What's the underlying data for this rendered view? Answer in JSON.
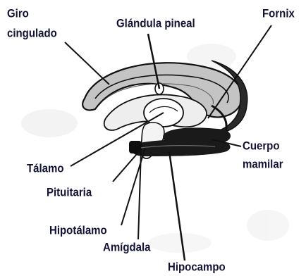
{
  "diagram": {
    "labels": {
      "giro_line1": "Giro",
      "giro_line2": "cingulado",
      "glandula_pineal": "Glándula pineal",
      "fornix": "Fornix",
      "cuerpo_line1": "Cuerpo",
      "cuerpo_line2": "mamilar",
      "talamo": "Tálamo",
      "pituitaria": "Pituitaria",
      "hipotalamo": "Hipotálamo",
      "amigdala": "Amígdala",
      "hipocampo": "Hipocampo"
    },
    "colors": {
      "label_text": "#121235",
      "outline": "#111111",
      "gyrus_fill": "#c4c4c4",
      "inner_fill": "#eeeeee",
      "dark_structure": "#1a1a1a",
      "leader_line": "#111111"
    }
  }
}
